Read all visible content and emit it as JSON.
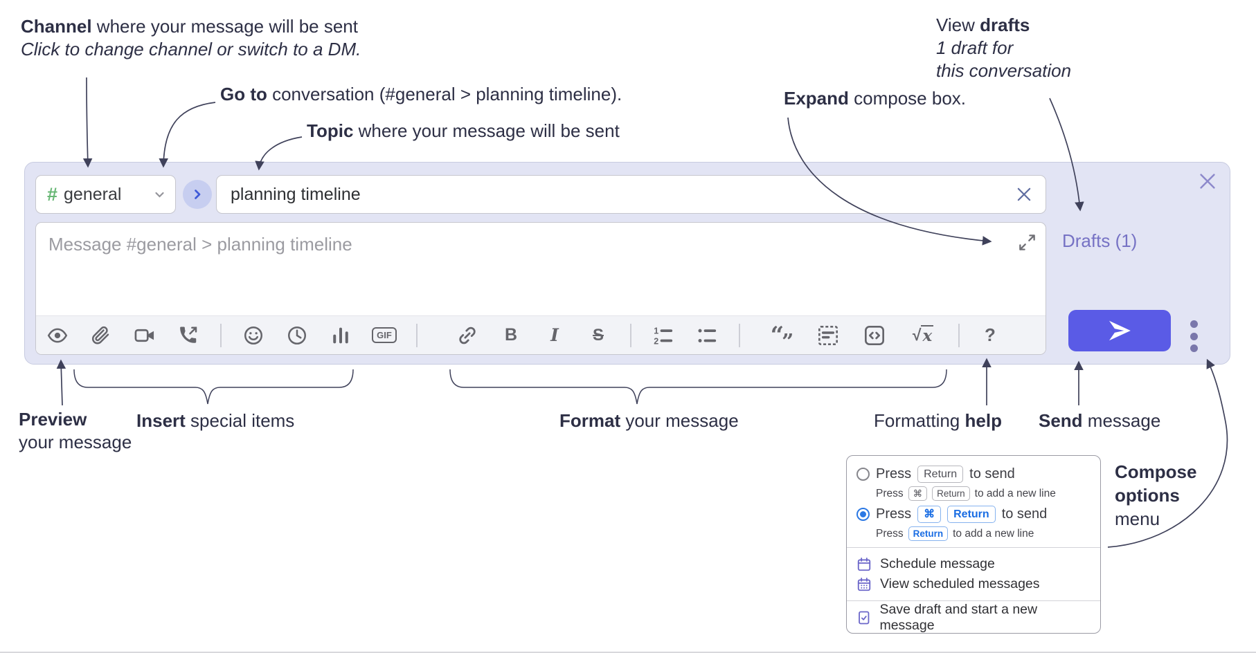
{
  "annotations": {
    "channel": {
      "bold": "Channel",
      "rest": " where your message will be sent",
      "italic_line": "Click to change channel or switch to a DM."
    },
    "go_to": {
      "bold": "Go to",
      "rest": " conversation (#general > planning timeline)."
    },
    "topic": {
      "bold": "Topic",
      "rest": " where your message will be sent"
    },
    "expand": {
      "bold": "Expand",
      "rest": " compose box."
    },
    "view_drafts": {
      "pre": "View ",
      "bold": "drafts",
      "line2": "1 draft for",
      "line3": "this conversation"
    },
    "preview": {
      "bold": "Preview",
      "line2": "your message"
    },
    "insert": {
      "bold": "Insert",
      "rest": " special items"
    },
    "format": {
      "bold": "Format",
      "rest": " your message"
    },
    "formatting_help": {
      "pre": "Formatting ",
      "bold": "help"
    },
    "send": {
      "bold": "Send",
      "rest": " message"
    },
    "compose_options": {
      "line1": "Compose",
      "line2": "options",
      "line3": "menu"
    }
  },
  "compose_box": {
    "channel_selector": {
      "hash_icon": "#",
      "channel_name": "general"
    },
    "topic_input": {
      "value": "planning timeline"
    },
    "message_input": {
      "placeholder": "Message #general > planning timeline"
    },
    "drafts_link": "Drafts (1)",
    "toolbar": {
      "bold_label": "B",
      "italic_label": "I",
      "strike_label": "S",
      "gif_label": "GIF",
      "quote_open": "“",
      "quote_close": "”",
      "math_sqrt": "√",
      "math_x": "x",
      "help_label": "?",
      "icons": [
        "eye-preview",
        "paperclip-attach",
        "video-camera-call",
        "phone-voice-call",
        "smiley-emoji",
        "clock-time",
        "bar-chart-poll",
        "gif",
        "chain-link",
        "bold",
        "italic",
        "strikethrough",
        "numbered-list",
        "bulleted-list",
        "quote",
        "spoiler",
        "code",
        "math",
        "help"
      ]
    }
  },
  "compose_options_popup": {
    "option_return": {
      "press": "Press",
      "key": "Return",
      "suffix": "to send"
    },
    "option_return_sub": {
      "press": "Press",
      "key_cmd": "⌘",
      "key": "Return",
      "suffix": "to add a new line"
    },
    "option_cmd_return": {
      "press": "Press",
      "key_cmd": "⌘",
      "key": "Return",
      "suffix": "to send"
    },
    "option_cmd_return_sub": {
      "press": "Press",
      "key": "Return",
      "suffix": "to add a new line"
    },
    "menu_items": {
      "schedule": "Schedule message",
      "view_scheduled": "View scheduled messages",
      "save_draft": "Save draft and start a new message"
    }
  },
  "colors": {
    "panel_bg": "#e2e4f4",
    "send_button": "#5a5be6",
    "drafts_link": "#7672c4",
    "hash_green": "#68b775",
    "toolbar_icon": "#65656b",
    "menu_icon": "#6b66c9",
    "radio_selected": "#2b78e4",
    "annotation_text": "#2d2f45"
  }
}
